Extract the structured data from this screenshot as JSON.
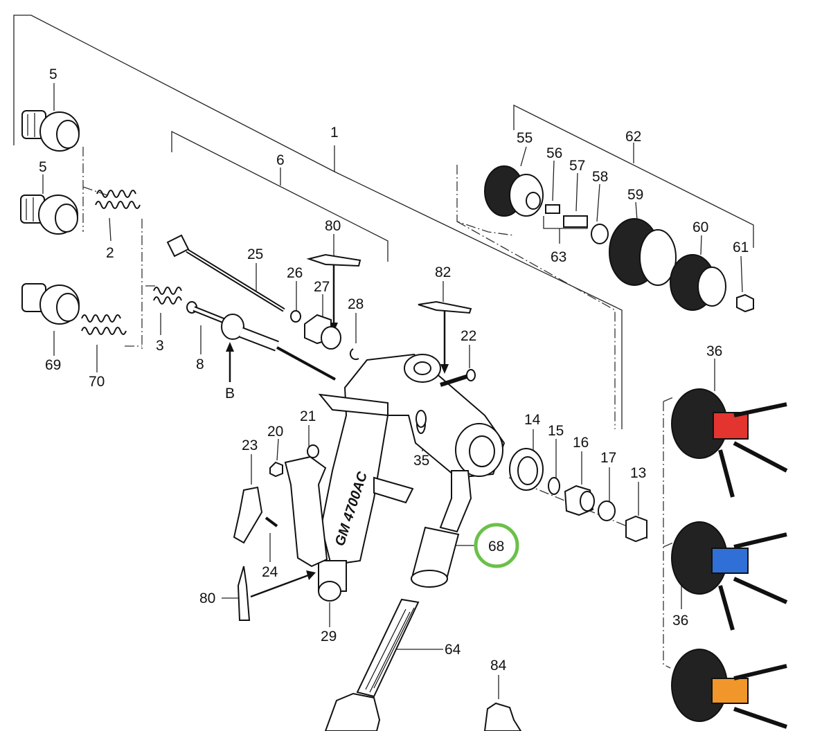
{
  "callouts": {
    "c1": "1",
    "c2": "2",
    "c3": "3",
    "c5a": "5",
    "c5b": "5",
    "c6": "6",
    "c8": "8",
    "c13": "13",
    "c14": "14",
    "c15": "15",
    "c16": "16",
    "c17": "17",
    "c20": "20",
    "c21": "21",
    "c22": "22",
    "c23": "23",
    "c24": "24",
    "c25": "25",
    "c26": "26",
    "c27": "27",
    "c28": "28",
    "c29": "29",
    "c35": "35",
    "c36a": "36",
    "c36b": "36",
    "c55": "55",
    "c56": "56",
    "c57": "57",
    "c58": "58",
    "c59": "59",
    "c60": "60",
    "c61": "61",
    "c62": "62",
    "c63": "63",
    "c64": "64",
    "c68": "68",
    "c69": "69",
    "c70": "70",
    "c80a": "80",
    "c80b": "80",
    "c82": "82",
    "c84": "84",
    "cB": "B"
  },
  "gun_label": "GM 4700AC",
  "highlight": {
    "part": "68",
    "color": "#6cc04a"
  },
  "cap_colors": {
    "red": "#e3342f",
    "blue": "#2f6fd6",
    "orange": "#f0962a"
  }
}
